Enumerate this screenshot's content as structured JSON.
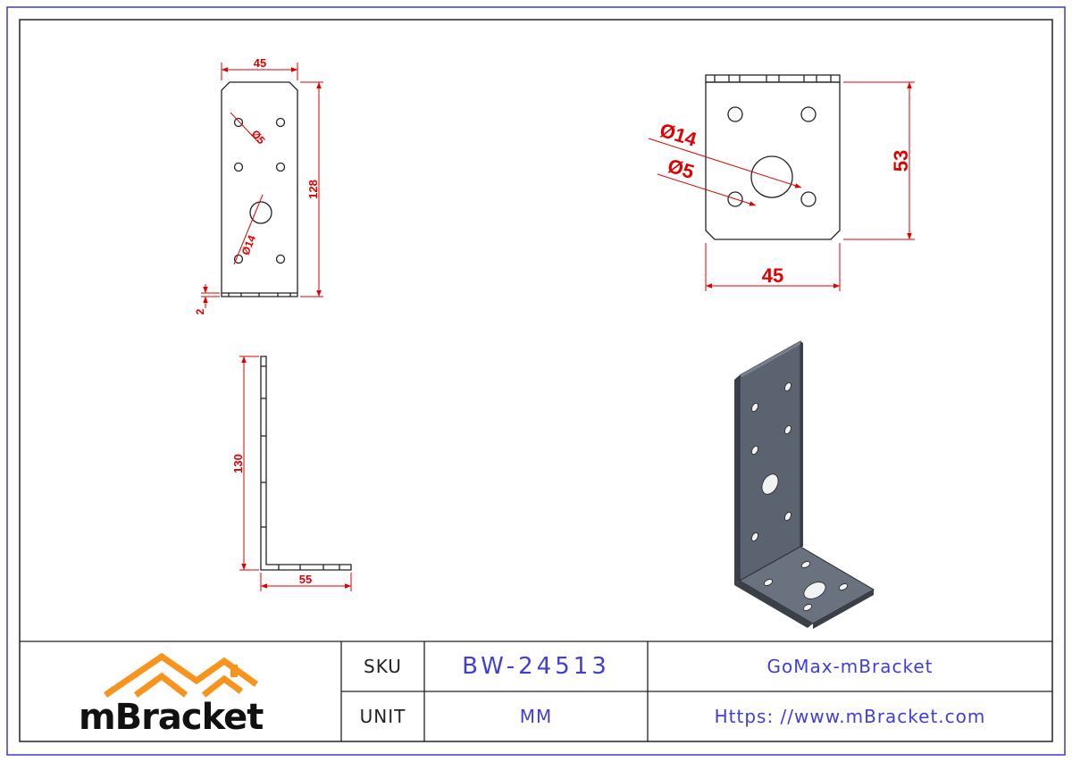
{
  "drawing": {
    "front_view": {
      "width_label": "45",
      "height_label": "128",
      "thickness_label": "2",
      "small_hole_label": "Ø5",
      "large_hole_label": "Ø14"
    },
    "top_view": {
      "large_hole_label": "Ø14",
      "small_hole_label": "Ø5",
      "height_label": "53",
      "width_label": "45"
    },
    "side_view": {
      "height_label": "130",
      "base_label": "55"
    }
  },
  "title_block": {
    "logo_text": "mBracket",
    "sku_label": "SKU",
    "sku_value": "BW-24513",
    "product_name": "GoMax-mBracket",
    "unit_label": "UNIT",
    "unit_value": "MM",
    "website": "Https: //www.mBracket.com"
  },
  "colors": {
    "dimension": "#e00000",
    "title_value": "#3f3fd8",
    "border_outer": "#3b3bd6",
    "logo_orange": "#f7941d",
    "bracket_steel": "#5b6270"
  }
}
